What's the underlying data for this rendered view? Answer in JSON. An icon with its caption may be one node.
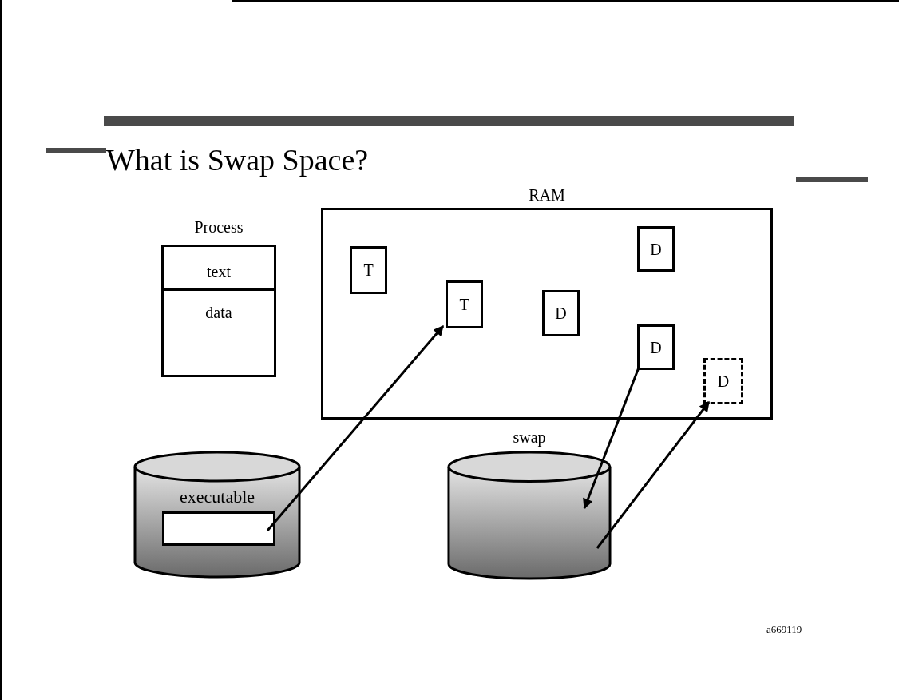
{
  "diagram": {
    "title": "What is Swap Space?",
    "nodes": [
      {
        "text": [
          "Process"
        ]
      },
      {
        "text": [
          "text"
        ],
        "in": 0
      },
      {
        "text": [
          "data"
        ],
        "in": 0
      },
      {
        "text": [
          "RAM"
        ]
      },
      {
        "text": [
          "T"
        ],
        "in": 3
      },
      {
        "text": [
          "T"
        ],
        "in": 3
      },
      {
        "text": [
          "D"
        ],
        "in": 3
      },
      {
        "text": [
          "D"
        ],
        "in": 3
      },
      {
        "text": [
          "D"
        ],
        "in": 3
      },
      {
        "text": [
          "D"
        ],
        "in": 3
      },
      {
        "text": [
          "executable"
        ]
      },
      {
        "text": [],
        "shape": "box",
        "in": 10
      },
      {
        "text": [
          "swap"
        ]
      }
    ],
    "edges": [
      {
        "from": 11,
        "to": 5,
        "arrow": "to"
      },
      {
        "from": 8,
        "to": 12,
        "arrow": "to"
      },
      {
        "from": 12,
        "to": 9,
        "arrow": "to"
      }
    ],
    "labels": [
      "a669119"
    ]
  }
}
